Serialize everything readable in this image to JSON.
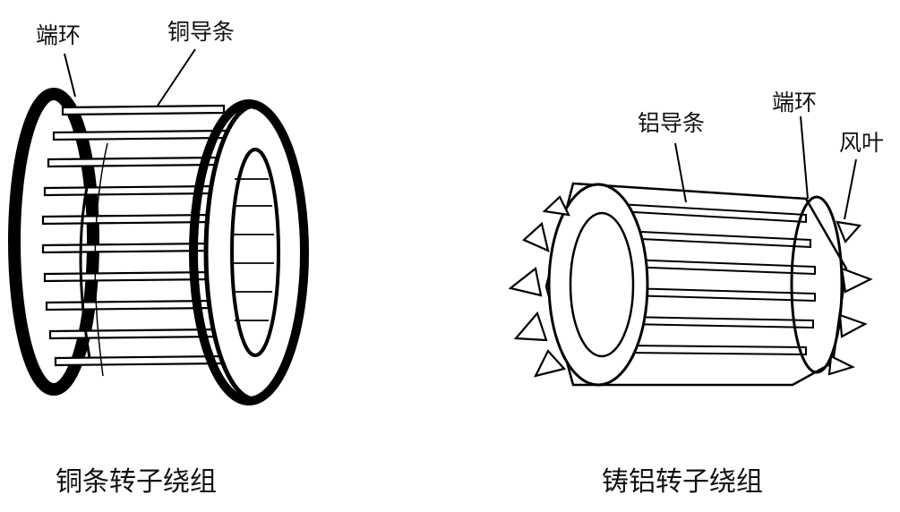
{
  "copper_rotor": {
    "label_end_ring": "端环",
    "label_conductor_bar": "铜导条",
    "caption": "铜条转子绕组"
  },
  "cast_aluminum_rotor": {
    "label_conductor_bar": "铝导条",
    "label_end_ring": "端环",
    "label_fan_blade": "风叶",
    "caption": "铸铝转子绕组"
  }
}
